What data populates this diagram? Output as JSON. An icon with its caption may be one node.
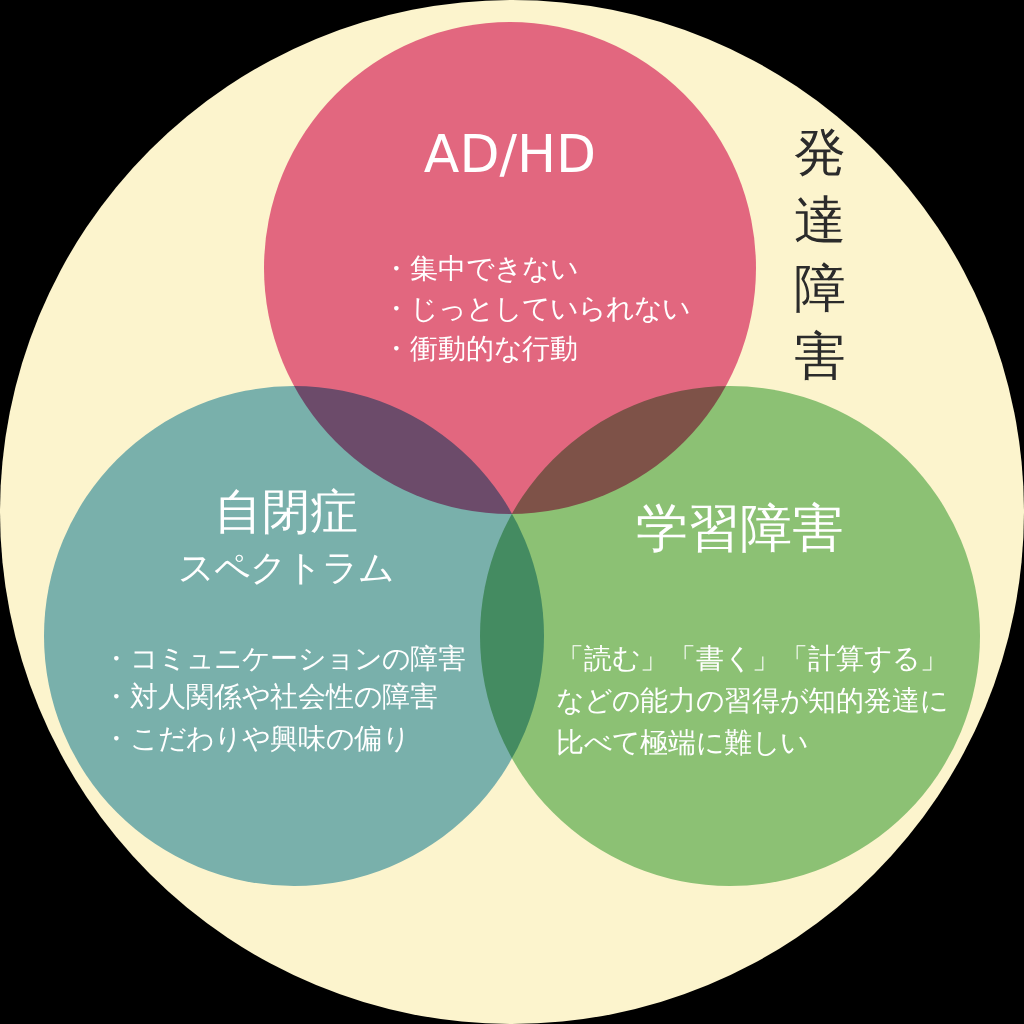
{
  "diagram": {
    "nodes": [
      {
        "text": [
          "発達障害"
        ]
      },
      {
        "text": [
          "AD/HD",
          "・集中できない",
          "・じっとしていられない",
          "・衝動的な行動"
        ],
        "in": 0
      },
      {
        "text": [
          "自閉症",
          "スペクトラム",
          "・コミュニケーションの障害",
          "・対人関係や社会性の障害",
          "・こだわりや興味の偏り"
        ],
        "in": 0
      },
      {
        "text": [
          "学習障害",
          "「読む」「書く」「計算する」などの能力の習得が知的発達に比べて極端に難しい"
        ],
        "in": 0
      }
    ]
  }
}
